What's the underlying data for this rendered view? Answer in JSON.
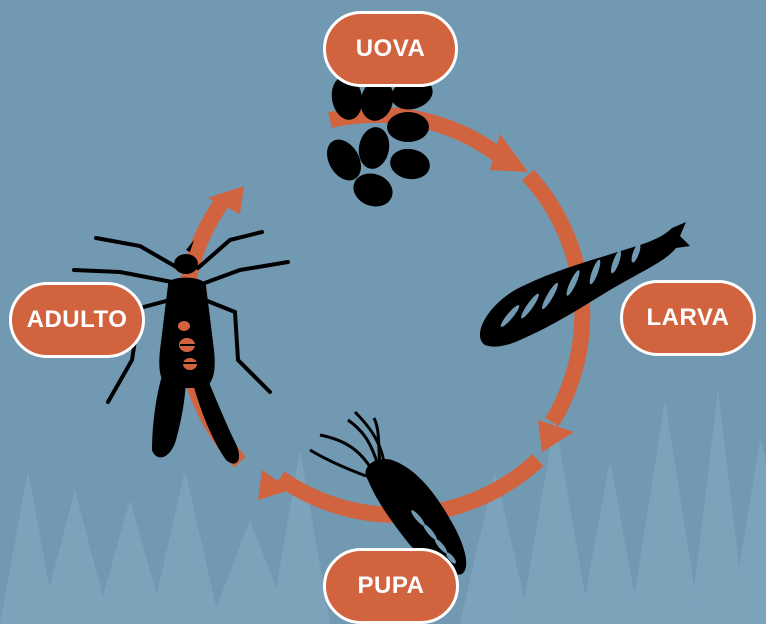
{
  "colors": {
    "background": "#7299b2",
    "trees": "#82a9c1",
    "cycle_arrow": "#d2633f",
    "pill_fill": "#d2633f",
    "pill_border": "#ffffff",
    "silhouette": "#000000"
  },
  "stages": {
    "eggs": "UOVA",
    "larva": "LARVA",
    "pupa": "PUPA",
    "adult": "ADULTO"
  }
}
